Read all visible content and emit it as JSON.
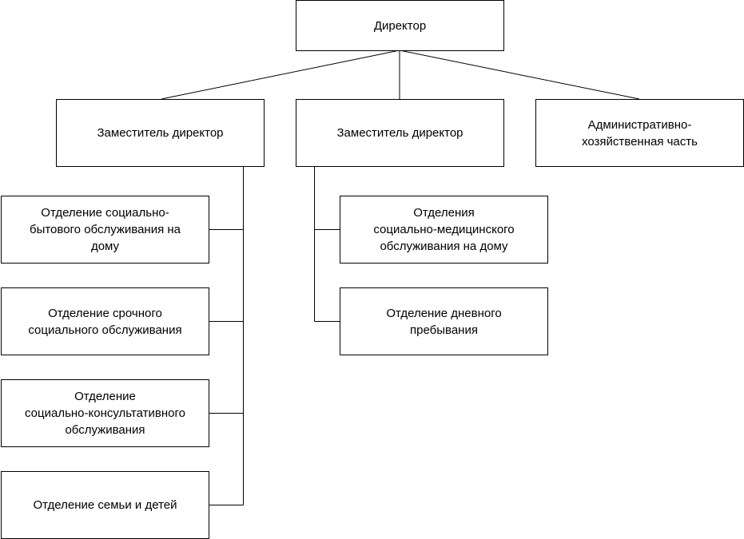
{
  "director": "Директор",
  "deputies": [
    {
      "label": "Заместитель директор"
    },
    {
      "label": "Заместитель директор"
    }
  ],
  "admin": "Административно-\nхозяйственная часть",
  "deputy1_departments": [
    "Отделение социально-\nбытового обслуживания на\nдому",
    "Отделение срочного\nсоциального обслуживания",
    "Отделение\nсоциально-консультативного\nобслуживания",
    "Отделение семьи и детей"
  ],
  "deputy2_departments": [
    "Отделения\nсоциально-медицинского\nобслуживания на дому",
    "Отделение дневного\nпребывания"
  ]
}
